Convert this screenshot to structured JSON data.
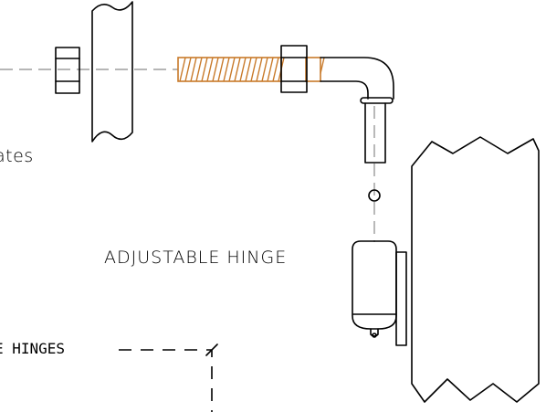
{
  "labels": {
    "adjustable_hinge": "ADJUSTABLE  HINGE",
    "plates_fragment": "ates",
    "hinges_fragment": "E HINGES"
  },
  "colors": {
    "background": "#ffffff",
    "line": "#000000",
    "threaded_rod": "#c87a2a",
    "center_line": "#8a8a8a"
  }
}
